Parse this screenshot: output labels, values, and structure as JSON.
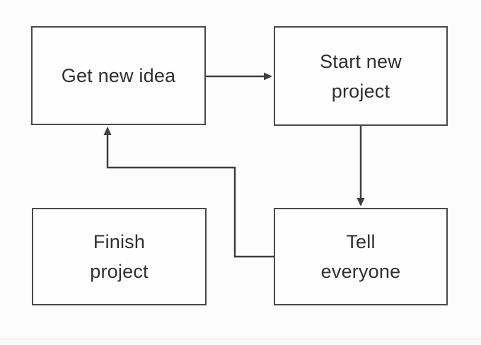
{
  "colors": {
    "background": "#fcfcfc",
    "node_fill": "#fefefe",
    "node_border": "#4a4a4a",
    "edge_line": "#3f3f3f",
    "text": "#2f2f2f",
    "footer_divider": "#e2e2e2",
    "footer_strip": "#f9f9f9"
  },
  "chart_data": {
    "type": "flowchart",
    "nodes": [
      {
        "id": "get-new-idea",
        "lines": [
          "Get new idea"
        ]
      },
      {
        "id": "start-new-project",
        "lines": [
          "Start new",
          "project"
        ]
      },
      {
        "id": "finish-project",
        "lines": [
          "Finish",
          "project"
        ]
      },
      {
        "id": "tell-everyone",
        "lines": [
          "Tell",
          "everyone"
        ]
      }
    ],
    "edges": [
      {
        "from": "get-new-idea",
        "to": "start-new-project",
        "shape": "straight-right"
      },
      {
        "from": "start-new-project",
        "to": "tell-everyone",
        "shape": "straight-down"
      },
      {
        "from": "tell-everyone",
        "to": "get-new-idea",
        "shape": "elbow-left-up"
      }
    ],
    "unconnected_nodes": [
      "finish-project"
    ]
  }
}
